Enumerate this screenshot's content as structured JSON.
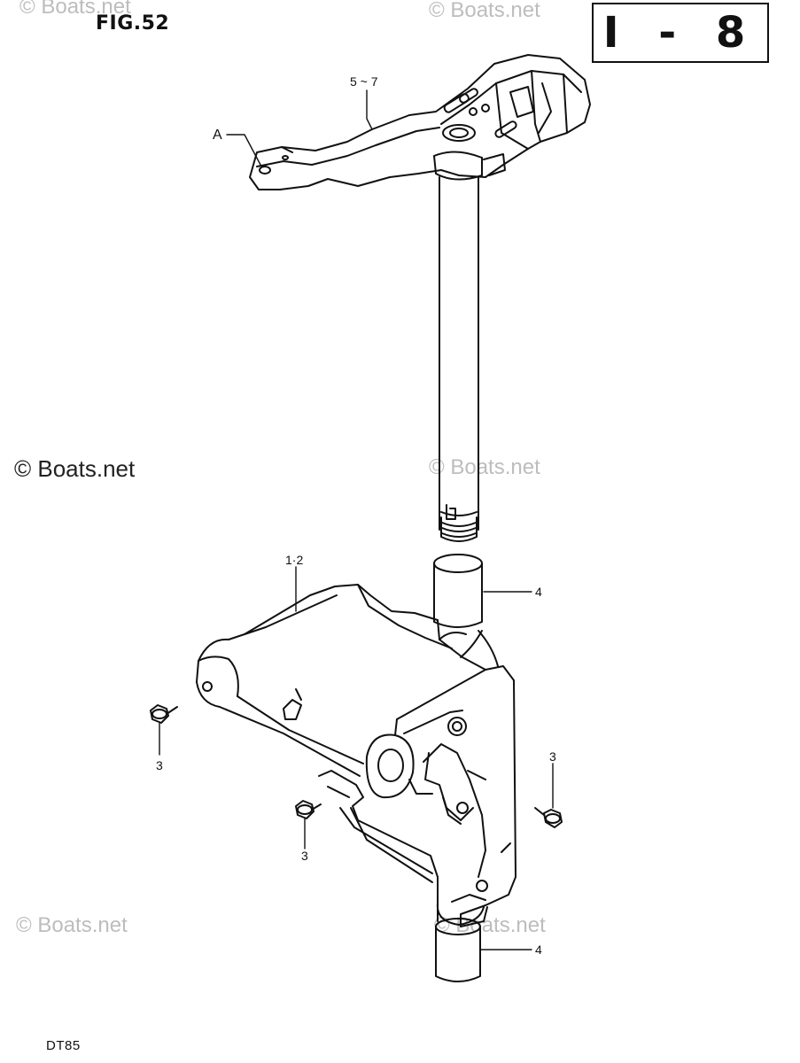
{
  "figure": {
    "title": "FIG.52",
    "section": "I - 8",
    "model": "DT85"
  },
  "watermarks": [
    "© Boats.net",
    "© Boats.net",
    "© Boats.net",
    "© Boats.net",
    "© Boats.net",
    "© Boats.net"
  ],
  "callouts": {
    "a": "A",
    "steering_bracket": "5 ~ 7",
    "swivel_bracket": "1·2",
    "bushing_upper": "4",
    "bushing_lower": "4",
    "grease_left": "3",
    "grease_center": "3",
    "grease_right": "3"
  }
}
